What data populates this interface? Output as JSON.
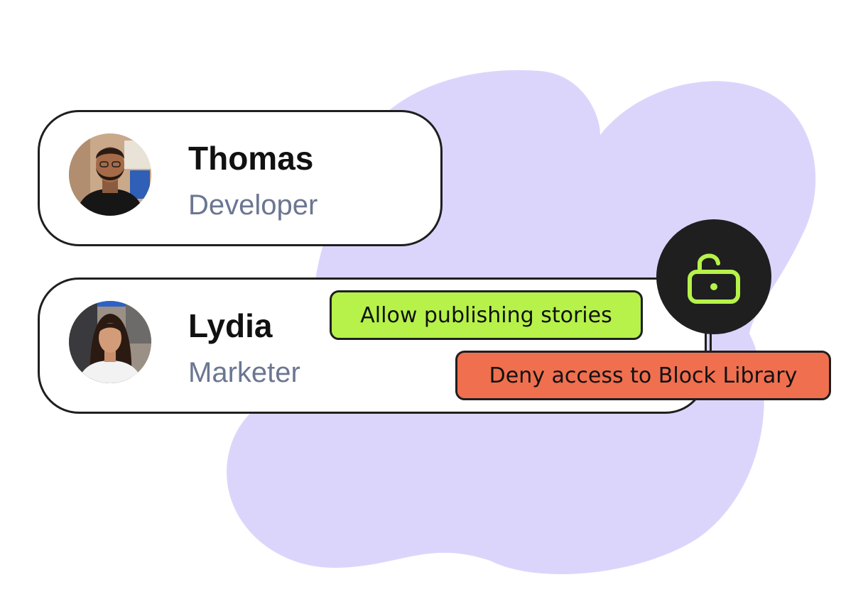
{
  "users": [
    {
      "name": "Thomas",
      "role": "Developer",
      "avatar_icon": "person-photo-bearded-man"
    },
    {
      "name": "Lydia",
      "role": "Marketer",
      "avatar_icon": "person-photo-long-hair-woman"
    }
  ],
  "permissions": {
    "lock_icon": "unlocked-padlock-icon",
    "allow_label": "Allow publishing stories",
    "deny_label": "Deny access to Block Library"
  },
  "colors": {
    "blob": "#dcd5fb",
    "card_border": "#1f1f1f",
    "name_text": "#111111",
    "role_text": "#6b7691",
    "allow_bg": "#b6f24a",
    "deny_bg": "#f06f4f",
    "lock_circle": "#1f1f1f",
    "lock_stroke": "#b6f24a"
  }
}
